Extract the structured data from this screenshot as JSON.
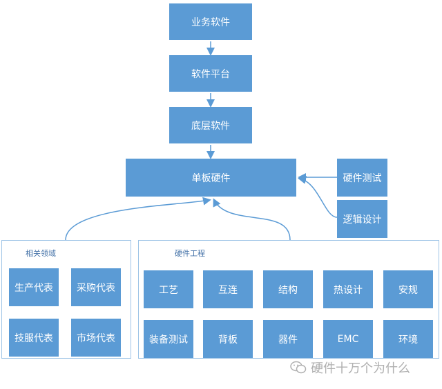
{
  "stack": {
    "business_software": "业务软件",
    "software_platform": "软件平台",
    "base_software": "底层软件",
    "board_hardware": "单板硬件"
  },
  "side": {
    "hardware_test": "硬件测试",
    "logic_design": "逻辑设计"
  },
  "related_fields": {
    "title": "相关领域",
    "items": [
      "生产代表",
      "采购代表",
      "技服代表",
      "市场代表"
    ]
  },
  "hardware_engineering": {
    "title": "硬件工程",
    "items": [
      "工艺",
      "互连",
      "结构",
      "热设计",
      "安规",
      "装备测试",
      "背板",
      "器件",
      "EMC",
      "环境"
    ]
  },
  "watermark": {
    "text": "硬件十万个为什么"
  },
  "colors": {
    "box": "#5b9bd5",
    "arrow": "#5b9bd5",
    "group_border": "#9dc3e6"
  }
}
